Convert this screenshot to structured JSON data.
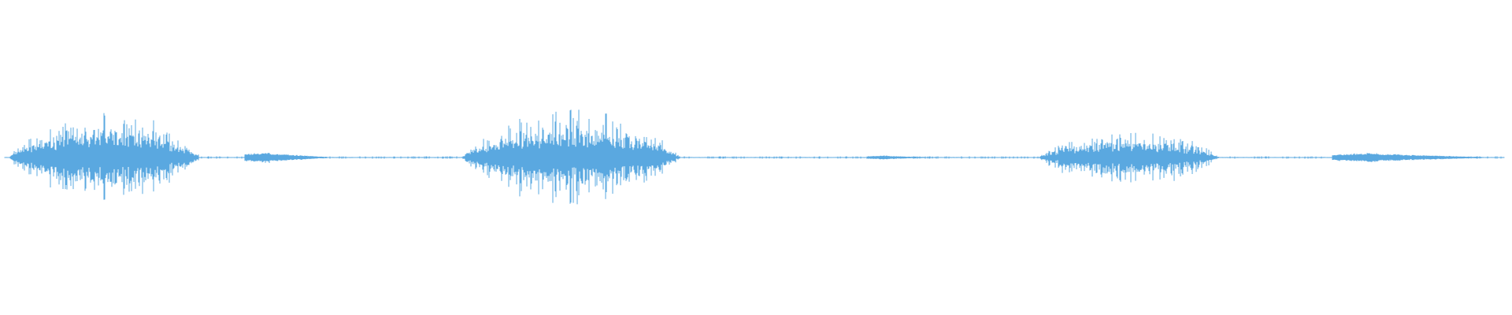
{
  "waveform": {
    "color": "#5aa8e0",
    "duration_fraction_segments": [
      {
        "start": 0.003,
        "end": 0.13,
        "peak": 0.78,
        "kind": "burst"
      },
      {
        "start": 0.16,
        "end": 0.215,
        "peak": 0.1,
        "kind": "hum"
      },
      {
        "start": 0.305,
        "end": 0.45,
        "peak": 0.8,
        "kind": "burst"
      },
      {
        "start": 0.575,
        "end": 0.62,
        "peak": 0.04,
        "kind": "hum"
      },
      {
        "start": 0.69,
        "end": 0.81,
        "peak": 0.48,
        "kind": "burst"
      },
      {
        "start": 0.885,
        "end": 0.985,
        "peak": 0.09,
        "kind": "hum"
      }
    ],
    "noise_floor": 0.012
  }
}
